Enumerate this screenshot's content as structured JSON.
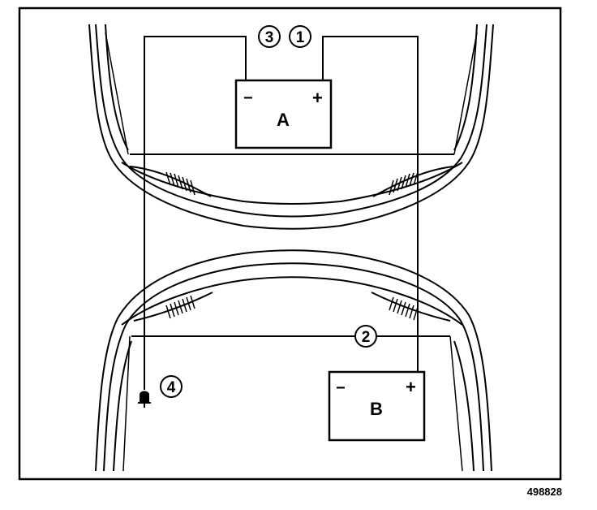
{
  "diagram": {
    "battery_a": {
      "label": "A",
      "neg_sign": "−",
      "pos_sign": "+"
    },
    "battery_b": {
      "label": "B",
      "neg_sign": "−",
      "pos_sign": "+"
    },
    "callouts": [
      {
        "id": "3",
        "text": "3"
      },
      {
        "id": "1",
        "text": "1"
      },
      {
        "id": "2",
        "text": "2"
      },
      {
        "id": "4",
        "text": "4"
      }
    ],
    "reference_number": "498828"
  }
}
